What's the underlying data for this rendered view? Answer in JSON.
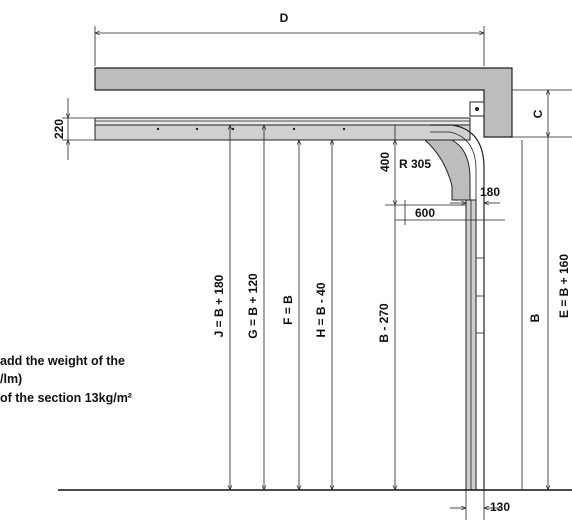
{
  "labels": {
    "d": "D",
    "h220": "220",
    "c": "C",
    "h400": "400",
    "r305": "R 305",
    "h180": "180",
    "h600": "600",
    "h130": "130",
    "j": "J = B + 180",
    "g": "G = B + 120",
    "f": "F = B",
    "h": "H = B - 40",
    "b270": "B - 270",
    "b": "B",
    "e": "E = B + 160"
  },
  "notes": {
    "line1": "add the weight of the",
    "line2": "/lm)",
    "line3": "of the section 13kg/m²"
  },
  "colors": {
    "lintel_fill": "#bdbdbd",
    "track_fill": "#d0d0d0",
    "line": "#222222"
  }
}
